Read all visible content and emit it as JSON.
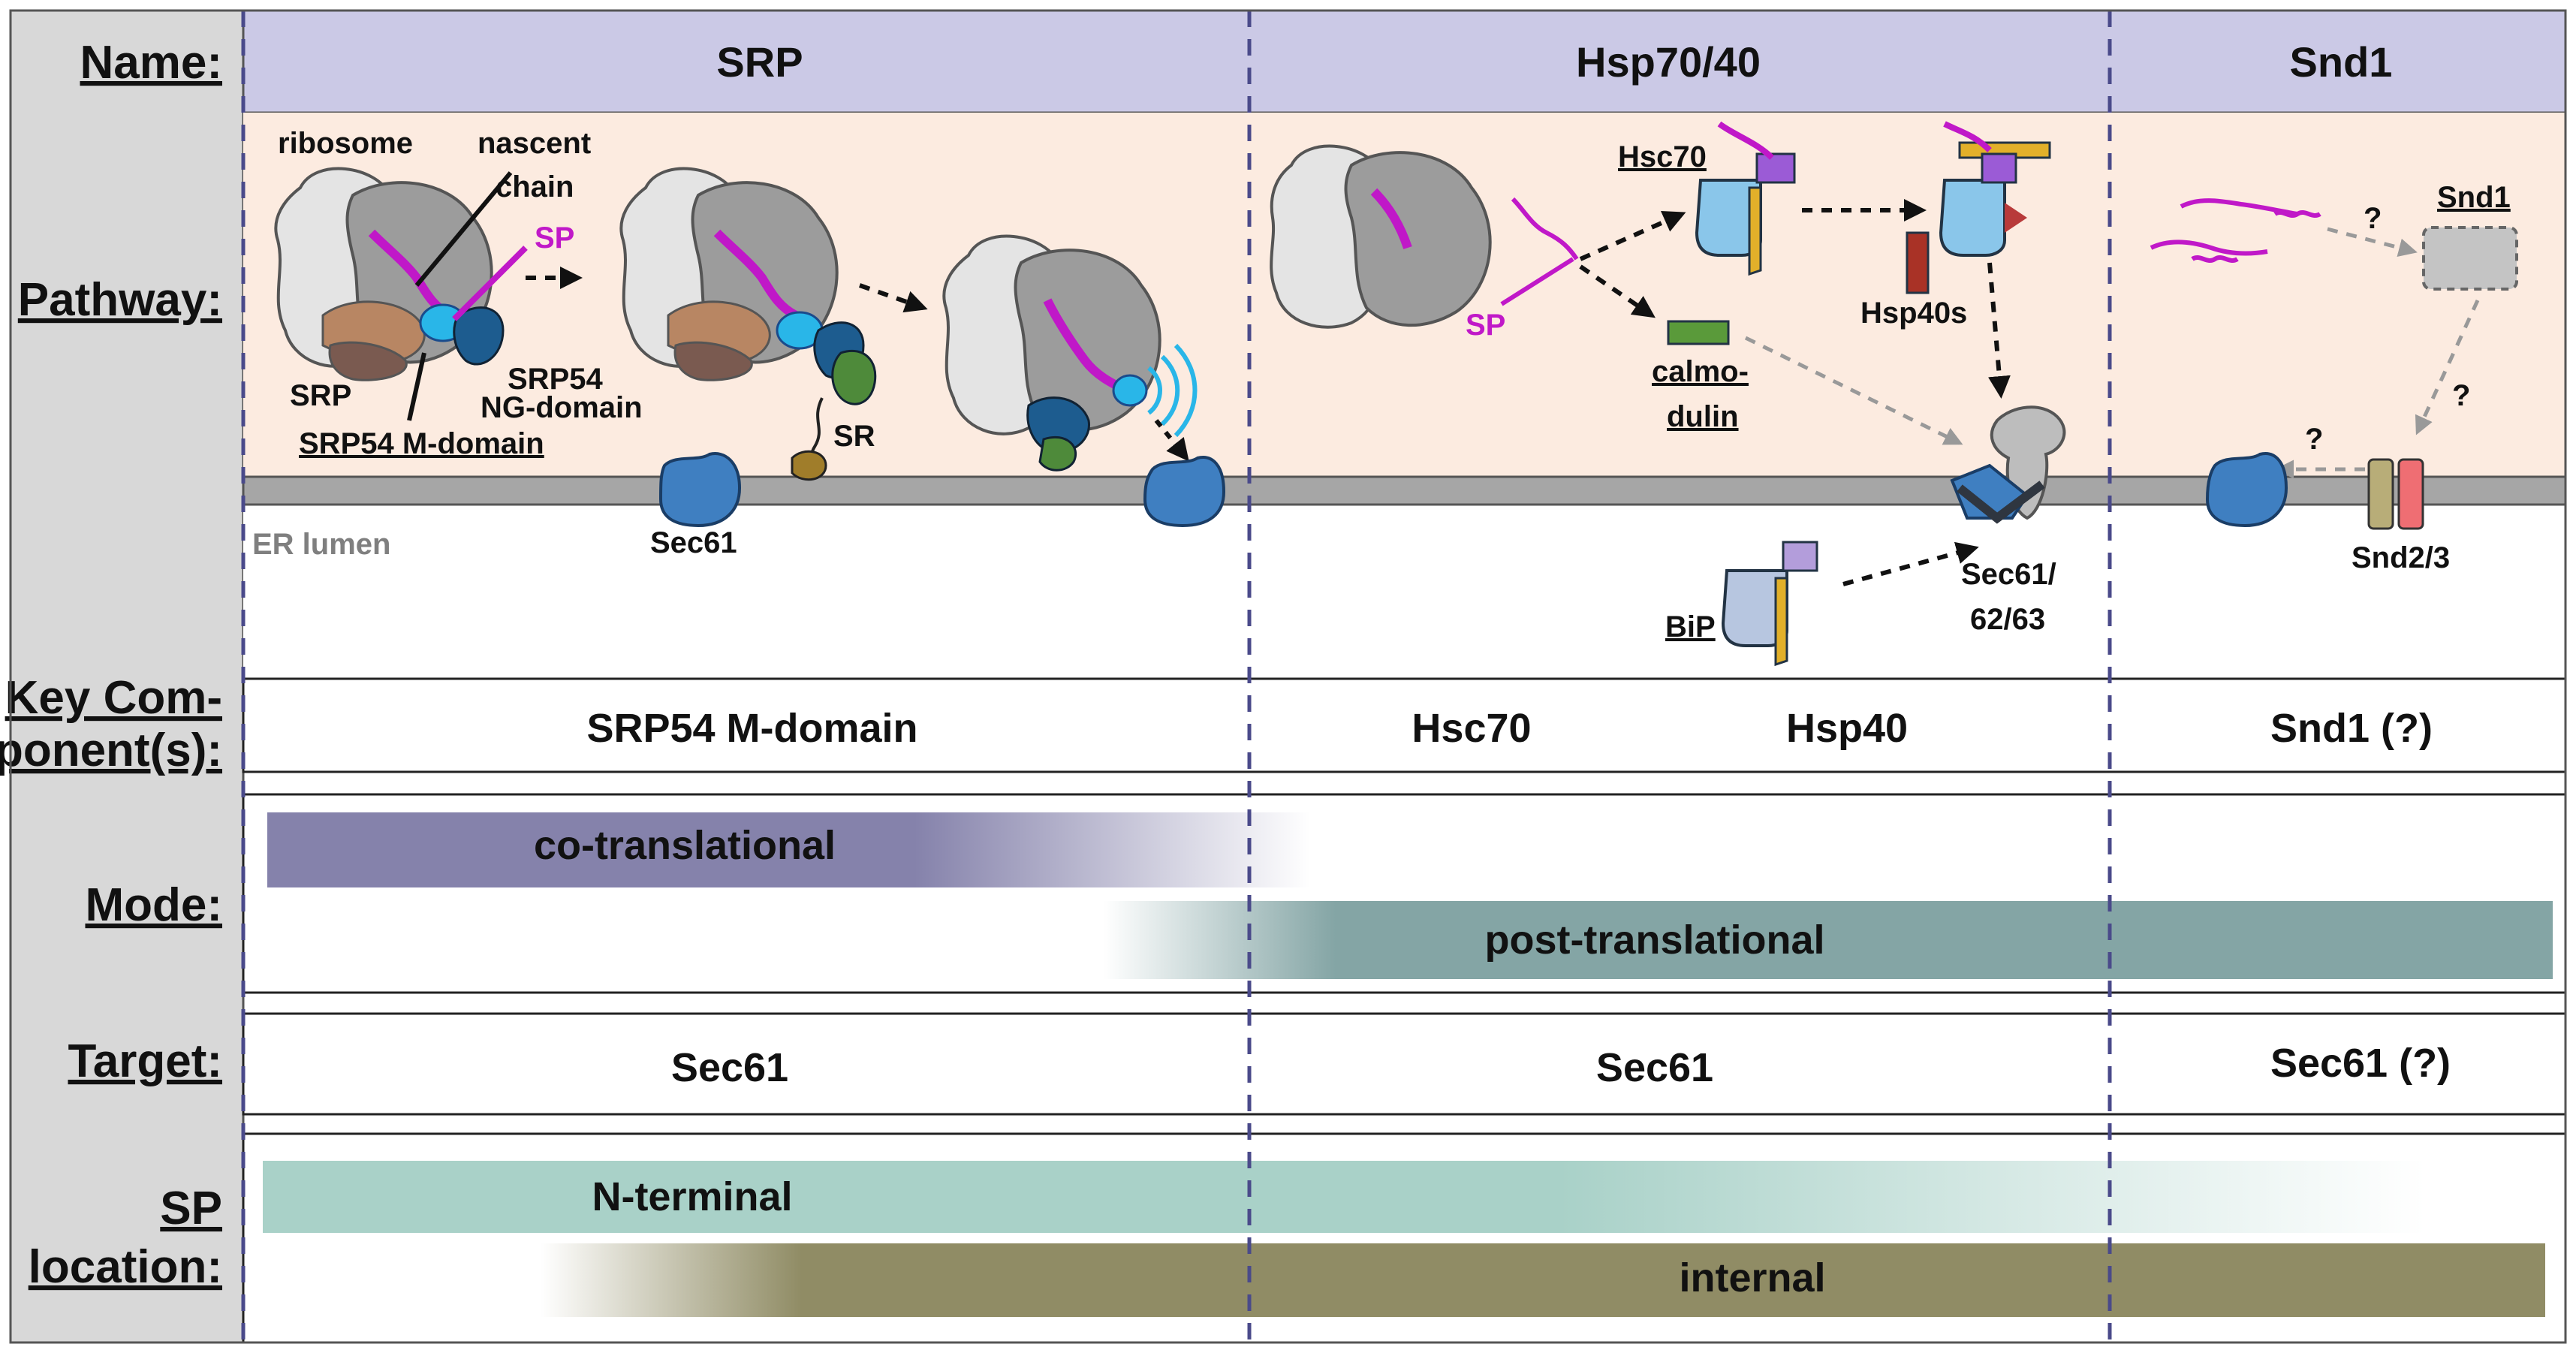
{
  "row_labels": {
    "name": "Name:",
    "pathway": "Pathway:",
    "key_components_1": "Key Com-",
    "key_components_2": "ponent(s):",
    "mode": "Mode:",
    "target": "Target:",
    "sp_location_1": "SP",
    "sp_location_2": "location:"
  },
  "columns": {
    "srp": "SRP",
    "hsp": "Hsp70/40",
    "snd1": "Snd1"
  },
  "pathway_labels": {
    "ribosome": "ribosome",
    "nascent_1": "nascent",
    "nascent_2": "chain",
    "sp": "SP",
    "srp": "SRP",
    "srp54_1": "SRP54",
    "srp54_2": "NG-domain",
    "srp54_m": "SRP54 M-domain",
    "sr": "SR",
    "sec61": "Sec61",
    "er_lumen": "ER lumen",
    "hsc70": "Hsc70",
    "sp2": "SP",
    "calmo_1": "calmo-",
    "calmo_2": "dulin",
    "hsp40s": "Hsp40s",
    "bip": "BiP",
    "sec61_multi_1": "Sec61/",
    "sec61_multi_2": "62/63",
    "snd1": "Snd1",
    "q1": "?",
    "q2": "?",
    "q3": "?",
    "snd23": "Snd2/3"
  },
  "key_components": {
    "srp": "SRP54 M-domain",
    "hsc70": "Hsc70",
    "hsp40": "Hsp40",
    "snd1": "Snd1 (?)"
  },
  "mode": {
    "co": "co-translational",
    "post": "post-translational"
  },
  "target": {
    "srp": "Sec61",
    "hsp": "Sec61",
    "snd1": "Sec61 (?)"
  },
  "sp_location": {
    "n_terminal": "N-terminal",
    "internal": "internal"
  },
  "colors": {
    "header_bg": "#cbc9e6",
    "pathway_bg": "#fcebe0",
    "label_bg": "#d8d8d8",
    "co_translational": "#8582ab",
    "post_translational": "#84a5a5",
    "n_terminal": "#a9d1c8",
    "internal": "#908c65",
    "membrane": "#a6a6a6",
    "magenta": "#c018c8",
    "cyan": "#29b6e8"
  }
}
